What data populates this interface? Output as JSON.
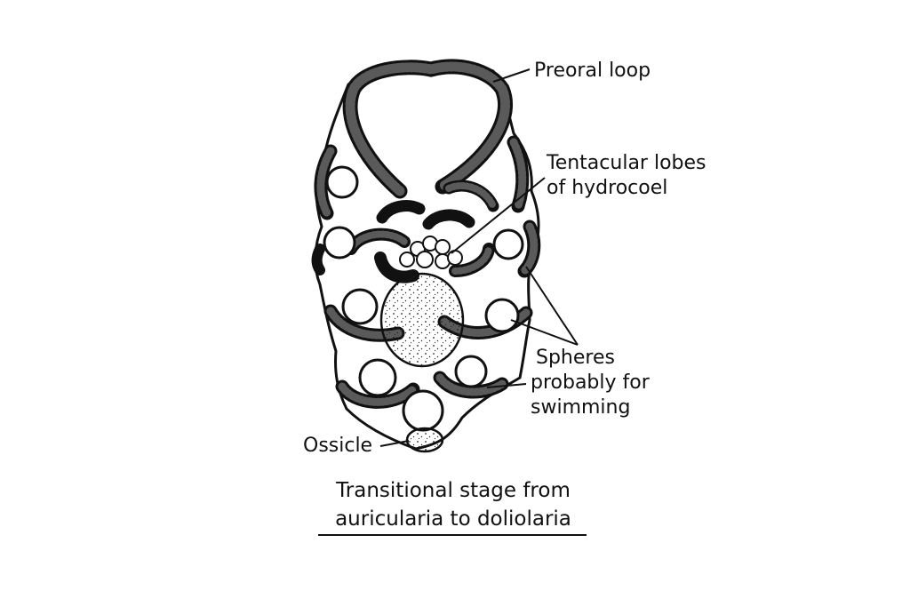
{
  "labels": {
    "preoral_loop": "Preoral loop",
    "tentacular_lobes_line1": "Tentacular lobes",
    "tentacular_lobes_line2": "of hydrocoel",
    "spheres_line1": "Spheres",
    "spheres_line2": "probably for",
    "spheres_line3": "swimming",
    "ossicle": "Ossicle"
  },
  "caption": {
    "line1": "Transitional stage from",
    "line2": "auricularia to doliolaria"
  },
  "colors": {
    "ink": "#111111",
    "band_fill": "#5a5a5a",
    "background": "#ffffff"
  }
}
